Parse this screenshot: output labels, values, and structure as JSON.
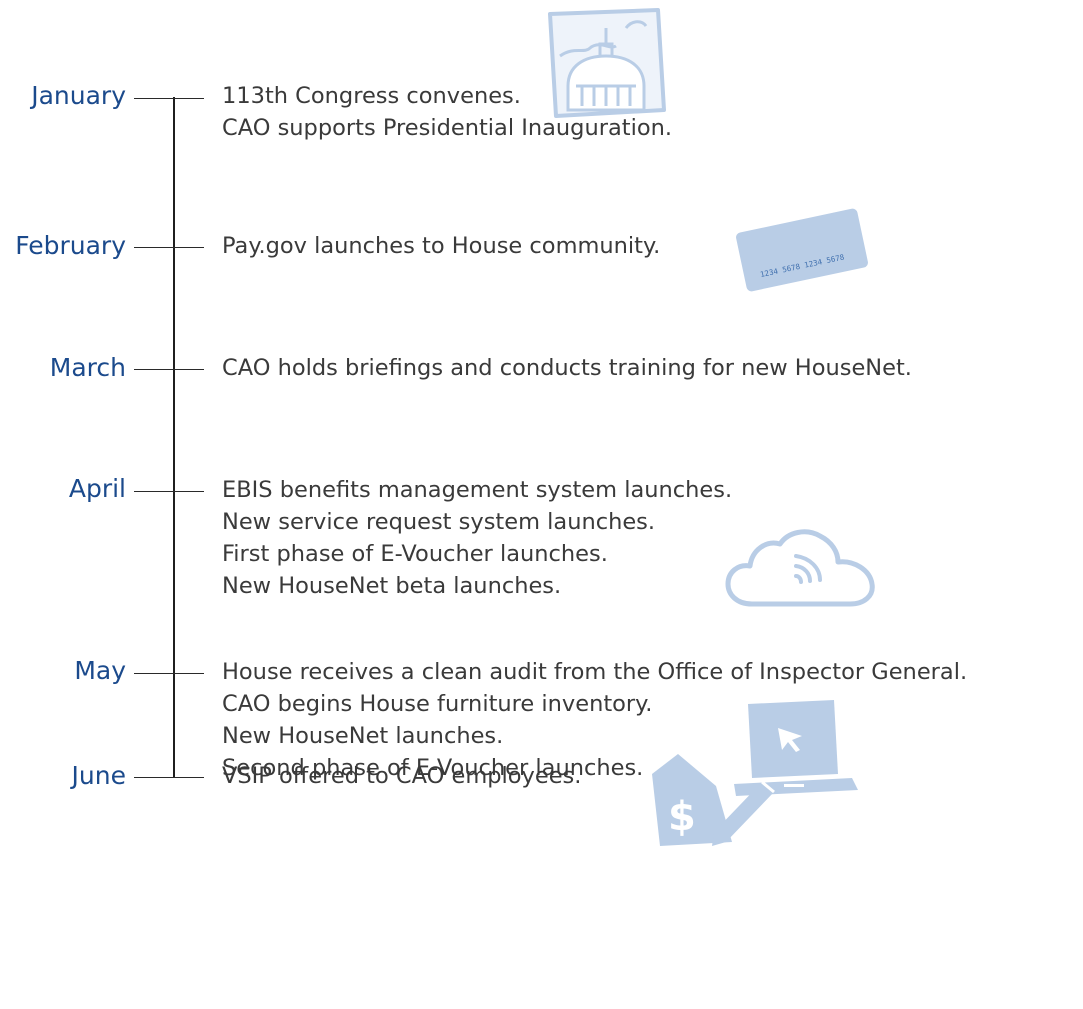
{
  "timeline": [
    {
      "month": "January",
      "events": [
        "113th Congress convenes.",
        "CAO supports Presidential Inauguration."
      ]
    },
    {
      "month": "February",
      "events": [
        "Pay.gov launches to House community."
      ]
    },
    {
      "month": "March",
      "events": [
        "CAO holds briefings and conducts training for new HouseNet."
      ]
    },
    {
      "month": "April",
      "events": [
        "EBIS benefits management system launches.",
        "New service request system launches.",
        "First phase of E-Voucher launches.",
        "New HouseNet beta launches."
      ]
    },
    {
      "month": "May",
      "events": [
        "House receives a clean audit from the Office of Inspector General.",
        "CAO begins House furniture inventory.",
        "New HouseNet launches.",
        "Second phase of E-Voucher launches."
      ]
    },
    {
      "month": "June",
      "events": [
        "VSIP offered to CAO employees."
      ]
    }
  ],
  "card_number": "1234 5678 1234 5678",
  "icons": [
    "capitol-dome-icon",
    "credit-card-icon",
    "cloud-wifi-icon",
    "laptop-cursor-icon",
    "dollar-pencil-icon"
  ],
  "colors": {
    "month": "#1b4a8c",
    "event_text": "#3a3a3a",
    "line": "#1f1f1f",
    "illustration": "#b9cde6"
  }
}
